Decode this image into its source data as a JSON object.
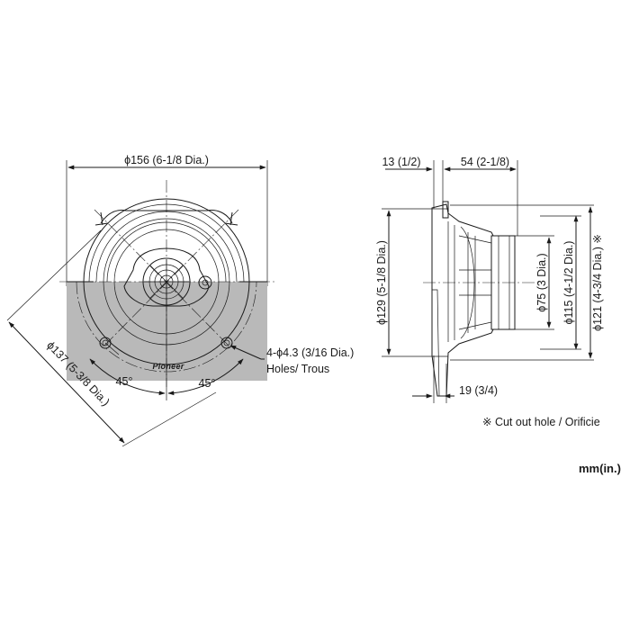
{
  "front_view": {
    "outer_diameter": "ϕ156 (6-1/8 Dia.)",
    "bolt_circle": "ϕ137 (5-3/8 Dia.)",
    "angle_left": "45°",
    "angle_right": "45°",
    "holes_line1": "4-ϕ4.3 (3/16 Dia.)",
    "holes_line2": "Holes/ Trous",
    "brand_logo": "Pioneer"
  },
  "side_view": {
    "flange_depth": "13 (1/2)",
    "mount_depth": "54 (2-1/8)",
    "front_height": "19 (3/4)",
    "cone_diameter": "ϕ129 (5-1/8 Dia.)",
    "magnet_diameter": "ϕ75 (3 Dia.)",
    "frame_diameter": "ϕ115 (4-1/2 Dia.)",
    "cutout_diameter": "ϕ121 (4-3/4 Dia.) ※"
  },
  "notes": {
    "cutout_note": "※ Cut out hole / Orificie",
    "units": "mm(in.)"
  },
  "colors": {
    "line": "#1a1a1a",
    "body_fill": "#ececec",
    "section_fill": "#b9b9b9"
  }
}
